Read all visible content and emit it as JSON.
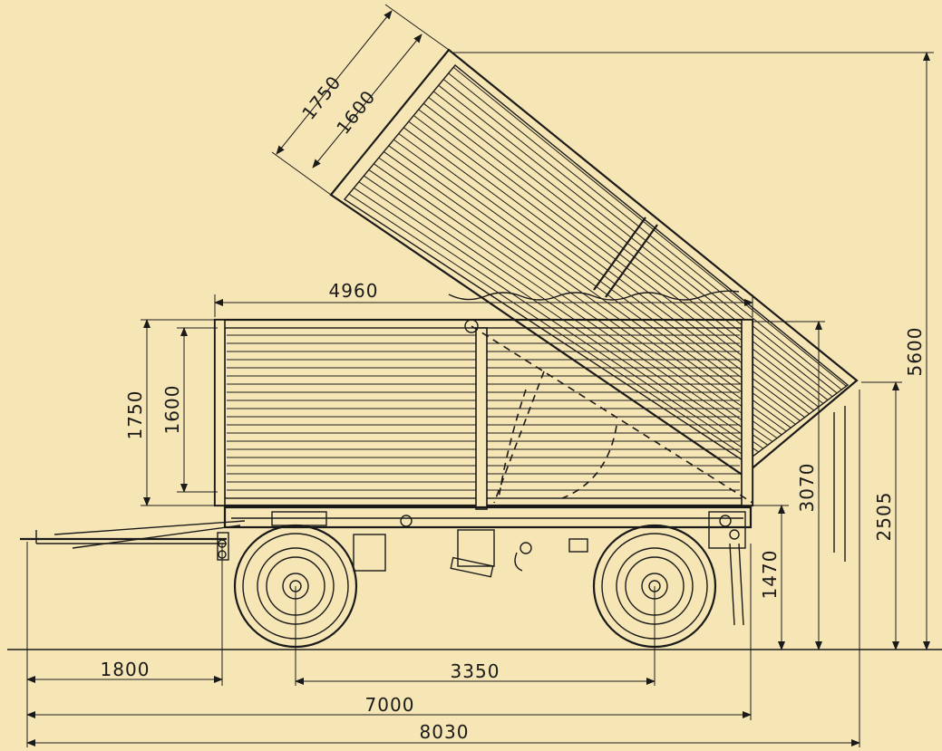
{
  "colors": {
    "background": "#f7e6b5",
    "ink": "#1a1a1a"
  },
  "dimensions": {
    "tipped_side_height_outer": "1750",
    "tipped_side_height_inner": "1600",
    "body_length": "4960",
    "side_height_outer": "1750",
    "side_height_inner": "1600",
    "overall_tipped_height": "5600",
    "pivot_height": "3070",
    "rear_tailboard_height": "2505",
    "platform_height": "1470",
    "drawbar_to_front_axle": "1800",
    "wheelbase": "3350",
    "body_overall_length": "7000",
    "overall_length": "8030"
  }
}
